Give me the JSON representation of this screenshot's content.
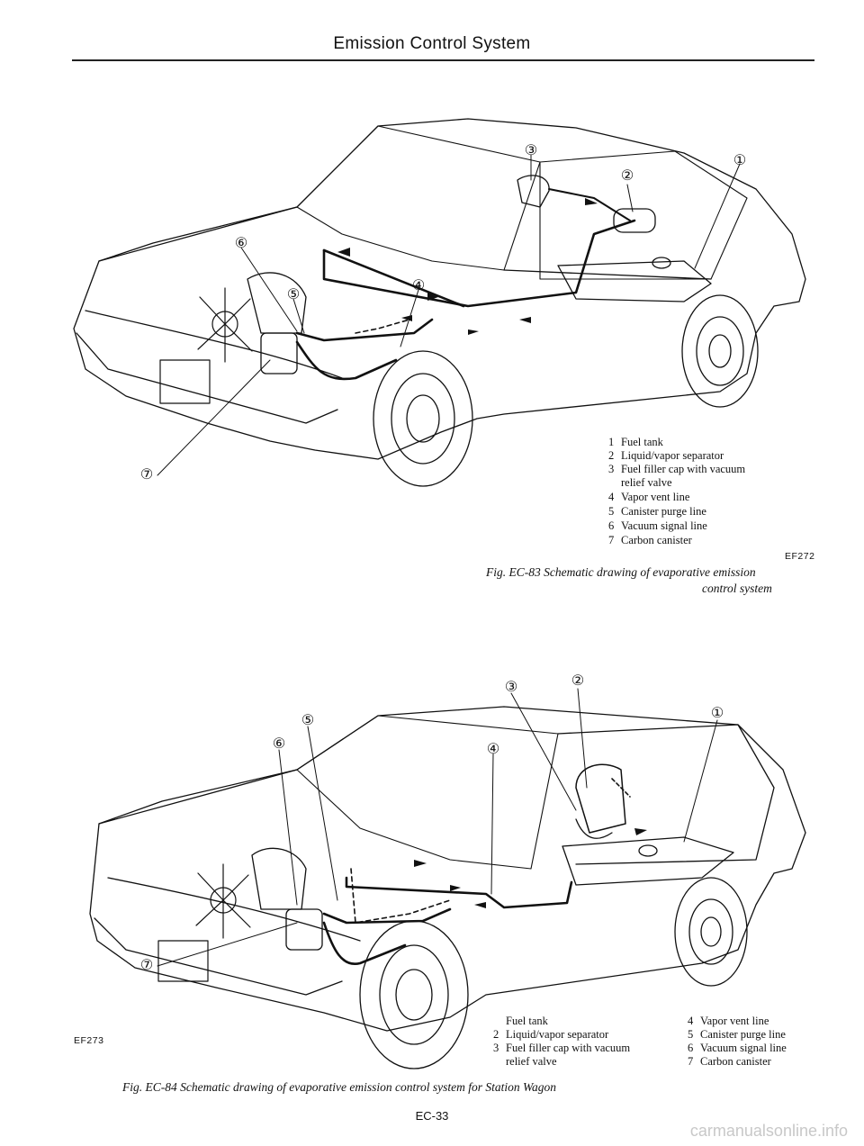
{
  "header": {
    "title": "Emission Control System"
  },
  "figure1": {
    "code": "EF272",
    "caption_line1": "Fig. EC-83  Schematic drawing of evaporative emission",
    "caption_line2": "control system",
    "callouts": [
      "①",
      "②",
      "③",
      "④",
      "⑤",
      "⑥",
      "⑦"
    ],
    "legend": [
      {
        "num": "1",
        "text": "Fuel tank"
      },
      {
        "num": "2",
        "text": "Liquid/vapor separator"
      },
      {
        "num": "3",
        "text": "Fuel filler cap with vacuum"
      },
      {
        "num": "",
        "text": "relief valve"
      },
      {
        "num": "4",
        "text": "Vapor vent line"
      },
      {
        "num": "5",
        "text": "Canister purge line"
      },
      {
        "num": "6",
        "text": "Vacuum signal line"
      },
      {
        "num": "7",
        "text": "Carbon canister"
      }
    ]
  },
  "figure2": {
    "code": "EF273",
    "caption": "Fig. EC-84  Schematic drawing of evaporative emission control system for Station Wagon",
    "callouts": [
      "①",
      "②",
      "③",
      "④",
      "⑤",
      "⑥",
      "⑦"
    ],
    "legend_left": [
      {
        "num": "",
        "text": "Fuel tank"
      },
      {
        "num": "2",
        "text": "Liquid/vapor separator"
      },
      {
        "num": "3",
        "text": "Fuel filler cap with vacuum"
      },
      {
        "num": "",
        "text": "relief valve"
      }
    ],
    "legend_right": [
      {
        "num": "4",
        "text": "Vapor vent line"
      },
      {
        "num": "5",
        "text": "Canister purge line"
      },
      {
        "num": "6",
        "text": "Vacuum signal line"
      },
      {
        "num": "7",
        "text": "Carbon canister"
      }
    ]
  },
  "footer": {
    "page_number": "EC-33",
    "watermark": "carmanualsonline.info"
  }
}
